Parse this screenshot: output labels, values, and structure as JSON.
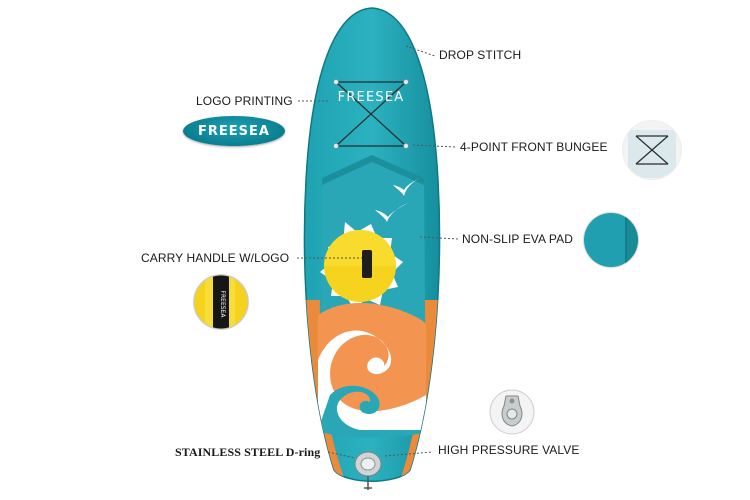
{
  "labels": {
    "drop_stitch": "DROP STITCH",
    "logo_printing": "LOGO PRINTING",
    "front_bungee": "4-POINT FRONT BUNGEE",
    "non_slip_pad": "NON-SLIP EVA PAD",
    "carry_handle": "CARRY HANDLE W/LOGO",
    "d_ring": "STAINLESS STEEL D-ring",
    "valve": "HIGH PRESSURE VALVE"
  },
  "brand": {
    "logo_text": "FREESEA",
    "handle_text": "FREESEA"
  },
  "colors": {
    "teal": "#1b9fae",
    "teal_dark": "#127f8d",
    "orange": "#f2904a",
    "sun": "#f5d21c",
    "rail": "#e58a3d"
  }
}
